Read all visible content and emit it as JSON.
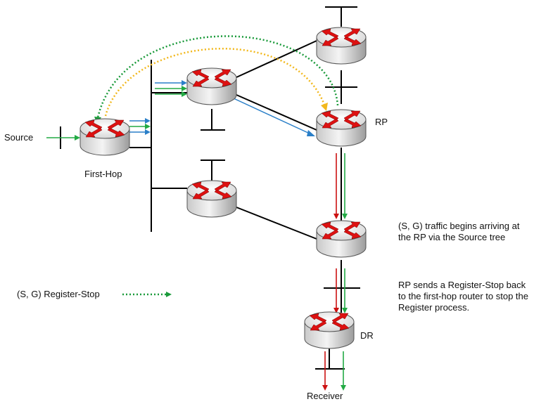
{
  "labels": {
    "source": "Source",
    "first_hop": "First-Hop",
    "rp": "RP",
    "dr": "DR",
    "receiver": "Receiver"
  },
  "legend": {
    "register_stop": "(S, G) Register-Stop"
  },
  "notes": {
    "traffic_arriving": "(S, G) traffic begins arriving at the RP via the Source tree",
    "rp_sends": "RP sends a Register-Stop back to the first-hop router to stop the Register process."
  },
  "colors": {
    "source_tree_green": "#22aa44",
    "source_tree_blue": "#2a7fc8",
    "register_stop_green": "#1a9a3a",
    "register_yellow": "#f2b81c",
    "shared_tree_red": "#cc1111",
    "link_black": "#000000"
  },
  "icons": {
    "router": "router-icon",
    "arrow": "arrow-icon"
  }
}
